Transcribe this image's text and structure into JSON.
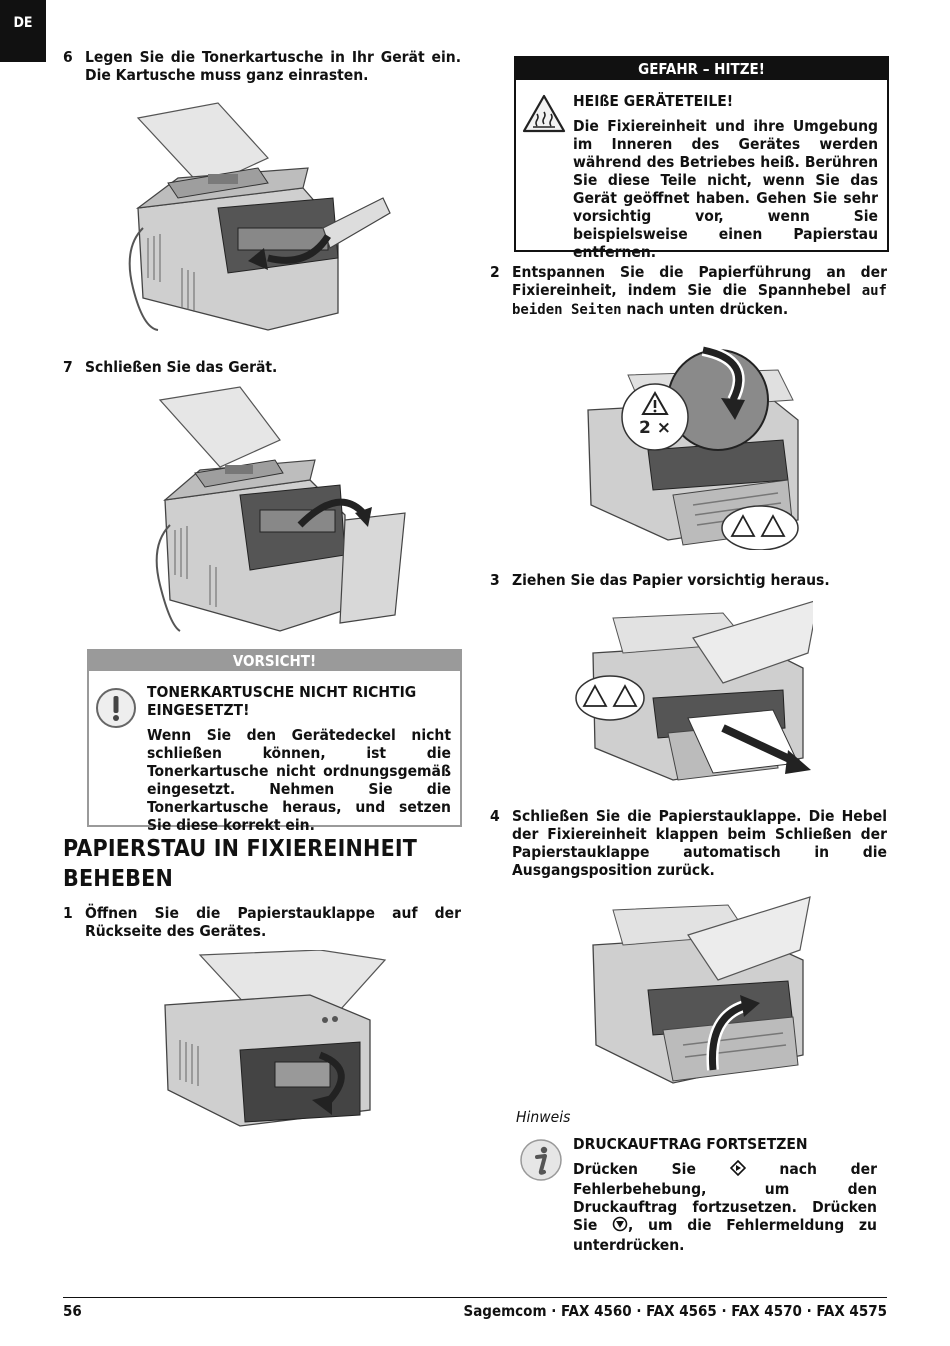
{
  "lang_tab": "DE",
  "steps_left": {
    "s6": {
      "num": "6",
      "text": "Legen Sie die Tonerkartusche in Ihr Gerät ein. Die Kartusche muss ganz einrasten."
    },
    "s7": {
      "num": "7",
      "text": "Schließen Sie das Gerät."
    }
  },
  "caution": {
    "header": "VORSICHT!",
    "title": "TONERKARTUSCHE NICHT RICHTIG EINGESETZT!",
    "text": "Wenn Sie den Gerätedeckel nicht schließen können, ist die Tonerkartusche nicht ordnungsgemäß eingesetzt. Nehmen Sie die Tonerkartusche heraus, und setzen Sie diese korrekt ein.",
    "icon": "exclamation-icon"
  },
  "section": {
    "title_line1": "PAPIERSTAU IN FIXIEREINHEIT",
    "title_line2": "BEHEBEN"
  },
  "step1": {
    "num": "1",
    "text": "Öffnen Sie die Papierstauklappe auf der Rückseite des Gerätes."
  },
  "danger": {
    "header": "GEFAHR – HITZE!",
    "title": "HEIßE GERÄTETEILE!",
    "text": "Die Fixiereinheit und ihre Umgebung im Inneren des Gerätes werden während des Betriebes heiß. Berühren Sie diese Teile nicht, wenn Sie das Gerät geöffnet haben. Gehen Sie sehr vorsichtig vor, wenn Sie beispielsweise einen Papierstau entfernen.",
    "icon": "hot-surface-icon"
  },
  "step2": {
    "num": "2",
    "text_before": "Entspannen Sie die Papierführung an der Fixiereinheit, indem Sie die Spannhebel ",
    "text_bold": "auf beiden Seiten",
    "text_after": " nach unten drücken.",
    "badge": "2 ×"
  },
  "step3": {
    "num": "3",
    "text": "Ziehen Sie das Papier vorsichtig heraus."
  },
  "step4": {
    "num": "4",
    "text": "Schließen Sie die Papierstauklappe. Die Hebel der Fixiereinheit klappen beim Schließen der Papierstauklappe automatisch in die Ausgangsposition zurück."
  },
  "hint": {
    "label": "Hinweis",
    "title": "DRUCKAUFTRAG FORTSETZEN",
    "text_1": "Drücken Sie ",
    "text_2": " nach der Fehlerbehebung, um den Druckauftrag fortzusetzen. Drücken Sie ",
    "text_3": ", um die Fehlermeldung zu unterdrücken.",
    "icon": "info-icon",
    "start_key_icon": "start-key-icon",
    "stop_key_icon": "stop-key-icon"
  },
  "footer": {
    "page": "56",
    "product": "Sagemcom · FAX 4560 · FAX 4565 · FAX 4570 · FAX 4575"
  }
}
